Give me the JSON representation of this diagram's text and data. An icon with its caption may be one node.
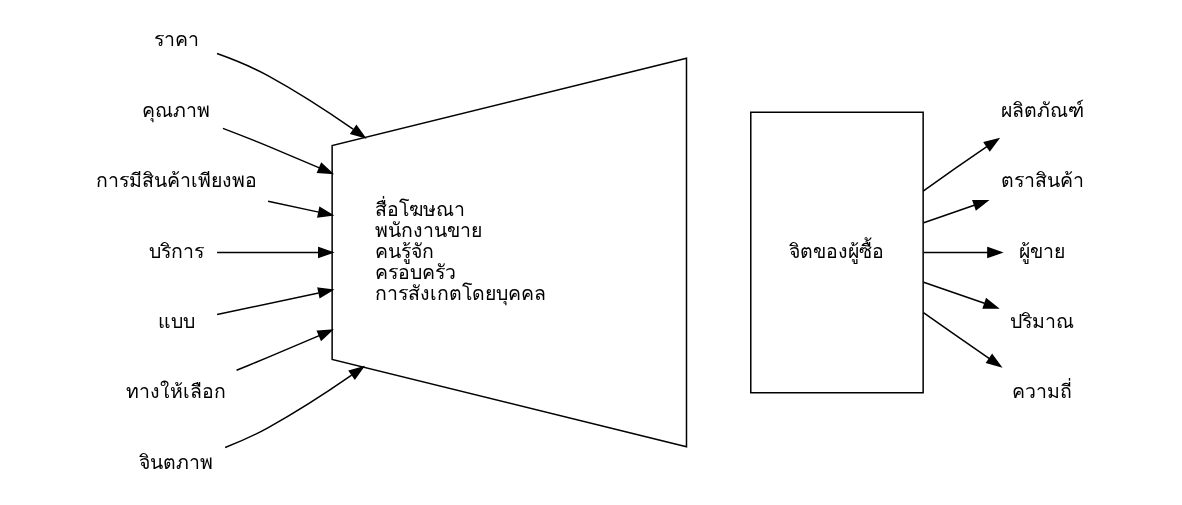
{
  "diagram": {
    "nodes": [
      {
        "text": [
          "ราคา"
        ]
      },
      {
        "text": [
          "คุณภาพ"
        ]
      },
      {
        "text": [
          "การมีสินค้าเพียงพอ"
        ]
      },
      {
        "text": [
          "บริการ"
        ]
      },
      {
        "text": [
          "แบบ"
        ]
      },
      {
        "text": [
          "ทางให้เลือก"
        ]
      },
      {
        "text": [
          "จินตภาพ"
        ]
      },
      {
        "text": [
          "สื่อโฆษณา",
          "พนักงานขาย",
          "คนรู้จัก",
          "ครอบครัว",
          "การสังเกตโดยบุคคล"
        ]
      },
      {
        "text": [
          "จิตของผู้ซื้อ"
        ]
      },
      {
        "text": [
          "ผลิตภัณฑ์"
        ]
      },
      {
        "text": [
          "ตราสินค้า"
        ]
      },
      {
        "text": [
          "ผู้ขาย"
        ]
      },
      {
        "text": [
          "ปริมาณ"
        ]
      },
      {
        "text": [
          "ความถี่"
        ]
      }
    ],
    "edges": [
      {
        "from": 0,
        "to": 7,
        "arrow": "to"
      },
      {
        "from": 1,
        "to": 7,
        "arrow": "to"
      },
      {
        "from": 2,
        "to": 7,
        "arrow": "to"
      },
      {
        "from": 3,
        "to": 7,
        "arrow": "to"
      },
      {
        "from": 4,
        "to": 7,
        "arrow": "to"
      },
      {
        "from": 5,
        "to": 7,
        "arrow": "to"
      },
      {
        "from": 6,
        "to": 7,
        "arrow": "to"
      },
      {
        "from": 8,
        "to": 9,
        "arrow": "to"
      },
      {
        "from": 8,
        "to": 10,
        "arrow": "to"
      },
      {
        "from": 8,
        "to": 11,
        "arrow": "to"
      },
      {
        "from": 8,
        "to": 12,
        "arrow": "to"
      },
      {
        "from": 8,
        "to": 13,
        "arrow": "to"
      }
    ]
  }
}
